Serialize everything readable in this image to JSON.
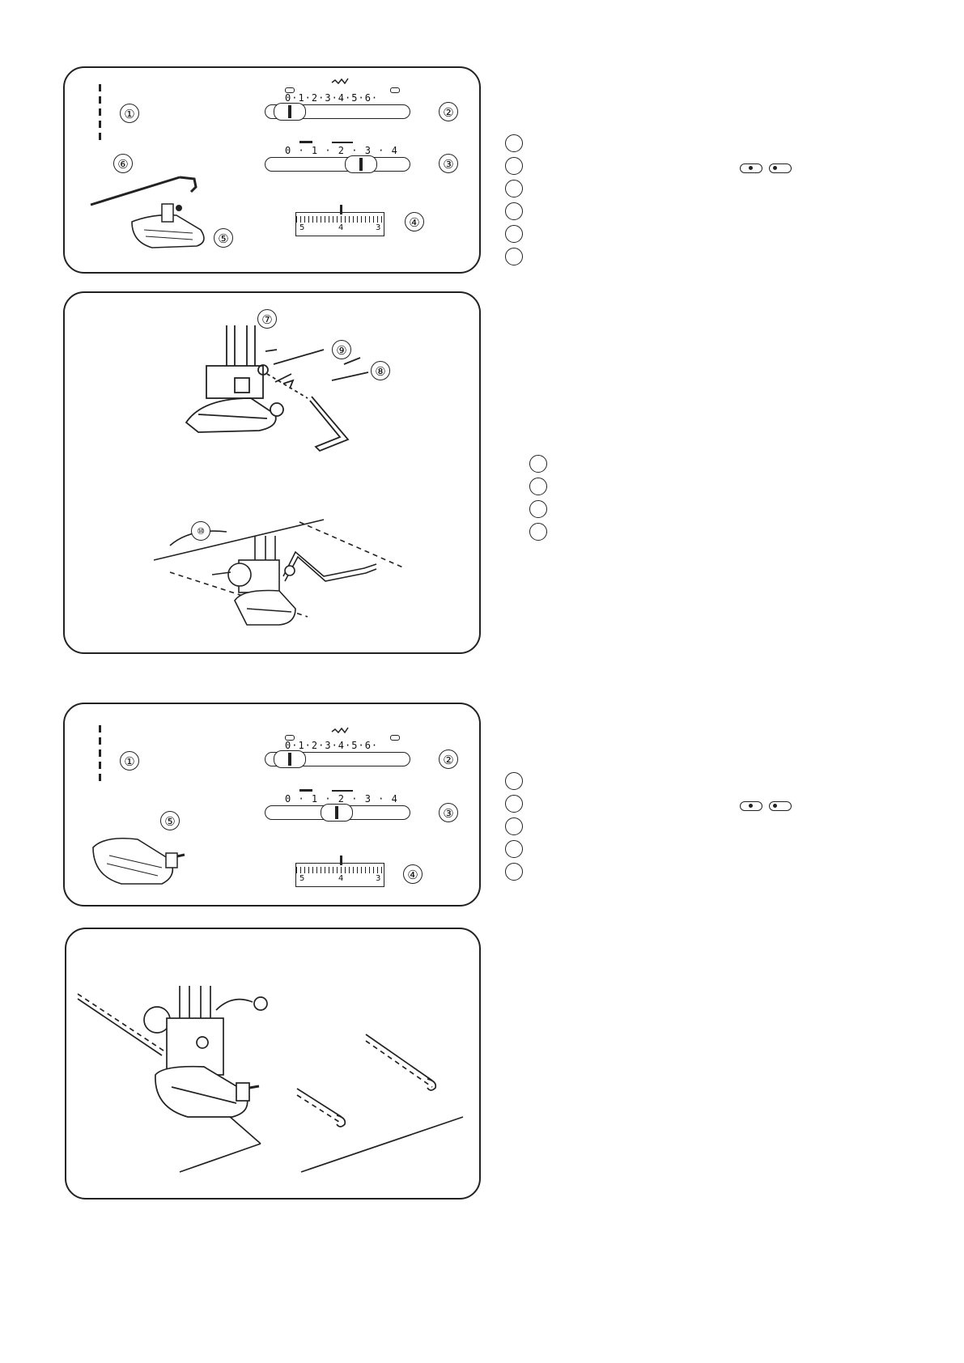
{
  "panels": {
    "p1": {
      "labels": [
        "①",
        "②",
        "③",
        "④",
        "⑤",
        "⑥"
      ],
      "width_scale": "0·1·2·3·4·5·6·",
      "length_scale": "0 · 1 · 2 · 3 · 4",
      "tension_left": "5",
      "tension_mid": "4",
      "tension_right": "3"
    },
    "p2": {
      "labels": [
        "⑦",
        "⑨",
        "⑧",
        "⑩"
      ]
    },
    "p3": {
      "labels": [
        "①",
        "②",
        "③",
        "④",
        "⑤"
      ],
      "width_scale": "0·1·2·3·4·5·6·",
      "length_scale": "0 · 1 · 2 · 3 · 4",
      "tension_left": "5",
      "tension_mid": "4",
      "tension_right": "3"
    }
  },
  "icons": [
    "zigzag-icon",
    "needle-position-icon",
    "straight-stitch-icon"
  ]
}
